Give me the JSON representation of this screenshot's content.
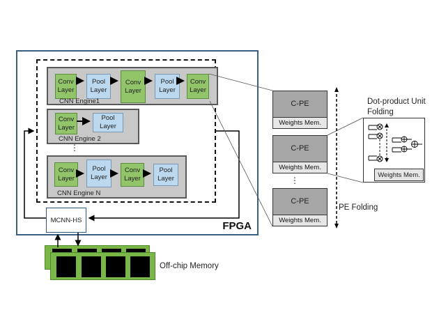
{
  "fpga": {
    "label": "FPGA"
  },
  "engines": [
    {
      "label": "CNN Engine1",
      "layers": [
        {
          "type": "conv",
          "line1": "Conv",
          "line2": "Layer"
        },
        {
          "type": "pool",
          "line1": "Pool",
          "line2": "Layer"
        },
        {
          "type": "conv",
          "line1": "Conv",
          "line2": "Layer"
        },
        {
          "type": "pool",
          "line1": "Pool",
          "line2": "Layer"
        },
        {
          "type": "conv",
          "line1": "Conv",
          "line2": "Layer"
        }
      ]
    },
    {
      "label": "CNN Engine 2",
      "layers": [
        {
          "type": "conv",
          "line1": "Conv",
          "line2": "Layer"
        },
        {
          "type": "pool",
          "line1": "Pool",
          "line2": "Layer"
        }
      ]
    },
    {
      "label": "CNN Engine N",
      "layers": [
        {
          "type": "conv",
          "line1": "Conv",
          "line2": "Layer"
        },
        {
          "type": "pool",
          "line1": "Pool",
          "line2": "Layer"
        },
        {
          "type": "conv",
          "line1": "Conv",
          "line2": "Layer"
        },
        {
          "type": "pool",
          "line1": "Pool",
          "line2": "Layer"
        }
      ]
    }
  ],
  "engine_ellipsis": "⋮",
  "scheduler": {
    "label": "MCNN-HS"
  },
  "memory": {
    "label": "Off-chip Memory"
  },
  "pe_column": {
    "units": [
      {
        "title": "C-PE",
        "memory": "Weights Mem."
      },
      {
        "title": "C-PE",
        "memory": "Weights Mem."
      },
      {
        "title": "C-PE",
        "memory": "Weights Mem."
      }
    ],
    "ellipsis": "⋮",
    "folding_label": "PE Folding"
  },
  "dot_product": {
    "title_line1": "Dot-product Unit",
    "title_line2": "Folding",
    "memory": "Weights Mem."
  },
  "colors": {
    "conv": "#92c56a",
    "pool": "#bcd8ee",
    "engine_bg": "#c8c8c8",
    "pe_bg": "#a6a6a6",
    "fpga_border": "#3a5f86",
    "memory_green": "#7ab648"
  }
}
